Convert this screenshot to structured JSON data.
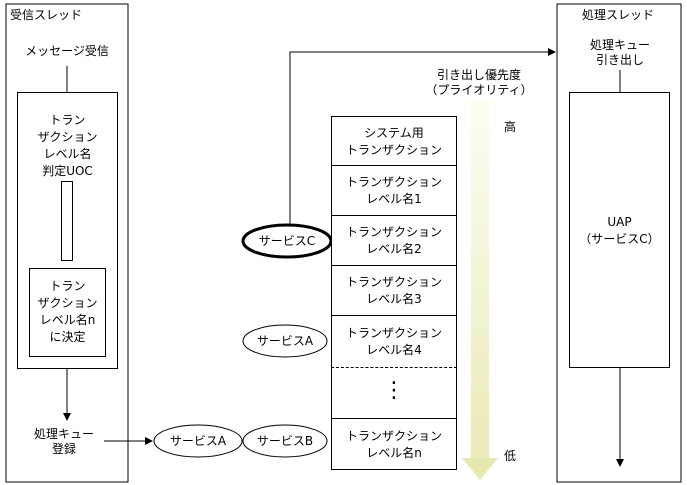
{
  "recv_thread": {
    "title": "受信スレッド",
    "message_receive": "メッセージ受信",
    "uoc_box": "トラン\nザクション\nレベル名\n判定UOC",
    "decision_box": "トラン\nザクション\nレベル名n\nに決定",
    "queue_register": "処理キュー\n登録"
  },
  "proc_thread": {
    "title": "処理スレッド",
    "queue_take": "処理キュー\n引き出し",
    "uap": "UAP\n（サービスC）"
  },
  "priority": {
    "label": "引き出し優先度\n（プライオリティ）",
    "high": "高",
    "low": "低"
  },
  "levels": [
    "システム用\nトランザクション",
    "トランザクション\nレベル名1",
    "トランザクション\nレベル名2",
    "トランザクション\nレベル名3",
    "トランザクション\nレベル名4",
    "⋮",
    "トランザクション\nレベル名n"
  ],
  "services": {
    "service_c": "サービスC",
    "service_a_l4": "サービスA",
    "service_a_q": "サービスA",
    "service_b_q": "サービスB"
  }
}
